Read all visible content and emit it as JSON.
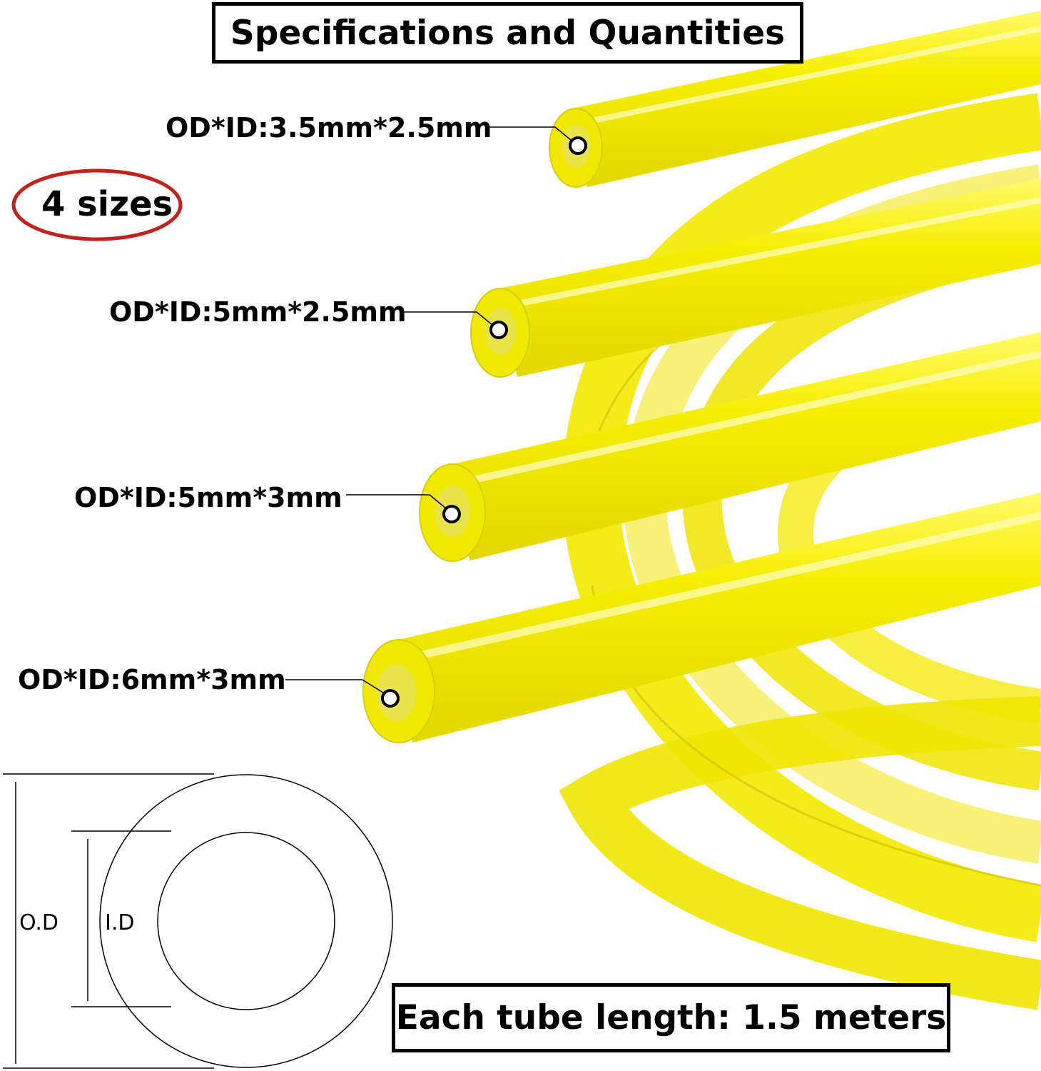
{
  "title": "Specifications and Quantities",
  "badge": "4 sizes",
  "specs": [
    "OD*ID:3.5mm*2.5mm",
    "OD*ID:5mm*2.5mm",
    "OD*ID:5mm*3mm",
    "OD*ID:6mm*3mm"
  ],
  "diagram": {
    "od_label": "O.D",
    "id_label": "I.D"
  },
  "length_note": "Each tube length: 1.5 meters",
  "colors": {
    "tube": "#f0ea00",
    "badge_ring": "#c0221d",
    "text": "#000000"
  }
}
